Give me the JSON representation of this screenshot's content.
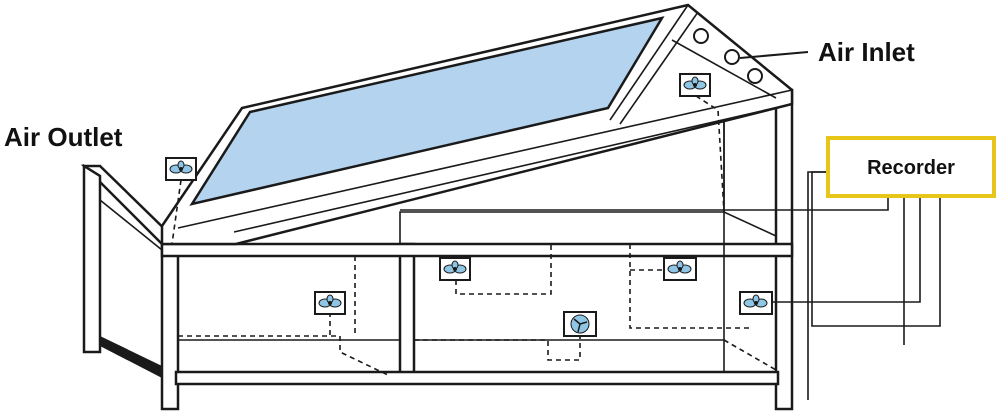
{
  "labels": {
    "air_inlet": "Air Inlet",
    "air_outlet": "Air Outlet",
    "recorder": "Recorder"
  },
  "colors": {
    "glass": "#b3d3ee",
    "recorder_border": "#e8c619",
    "fan_blue": "#8fc6e6",
    "line": "#1a1a1a"
  },
  "icons": {
    "sensor": "fan-sensor-icon",
    "vent": "vent-hole-icon"
  }
}
